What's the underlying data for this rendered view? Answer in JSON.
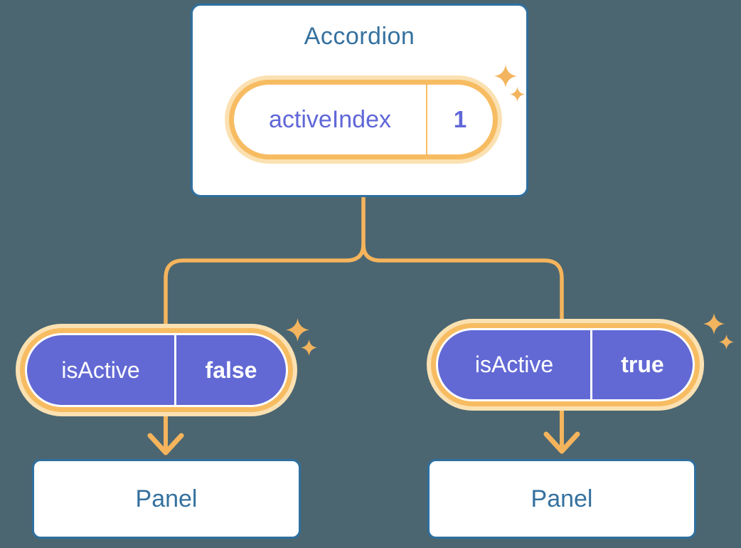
{
  "background_color": "#4B6671",
  "colors": {
    "box_border_blue": "#2F6F9F",
    "heading_blue": "#35719F",
    "connector_orange": "#F5B45C",
    "pill_ring_orange": "#F7BC62",
    "pill_glow_orange": "#FBE1B2",
    "pill_purple": "#6269D4",
    "state_text_purple": "#6067D8",
    "sparkle_orange": "#F2B45E"
  },
  "accordion": {
    "title": "Accordion",
    "state_pill": {
      "label": "activeIndex",
      "value": "1"
    }
  },
  "children": [
    {
      "pill": {
        "label": "isActive",
        "value": "false"
      },
      "panel_label": "Panel"
    },
    {
      "pill": {
        "label": "isActive",
        "value": "true"
      },
      "panel_label": "Panel"
    }
  ]
}
